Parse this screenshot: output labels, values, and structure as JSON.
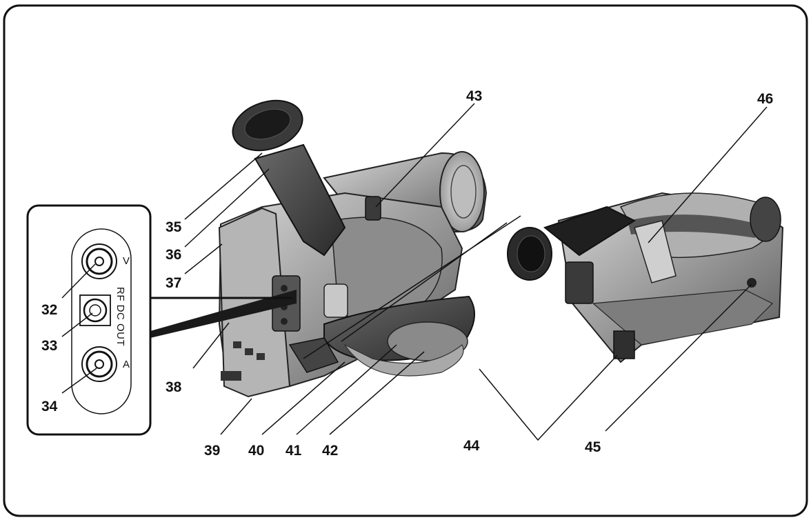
{
  "inset": {
    "jack_video_label": "V",
    "jack_audio_label": "A",
    "rf_label": "RF DC OUT"
  },
  "callouts": {
    "c32": "32",
    "c33": "33",
    "c34": "34",
    "c35": "35",
    "c36": "36",
    "c37": "37",
    "c38": "38",
    "c39": "39",
    "c40": "40",
    "c41": "41",
    "c42": "42",
    "c43": "43",
    "c44": "44",
    "c45": "45",
    "c46": "46"
  }
}
